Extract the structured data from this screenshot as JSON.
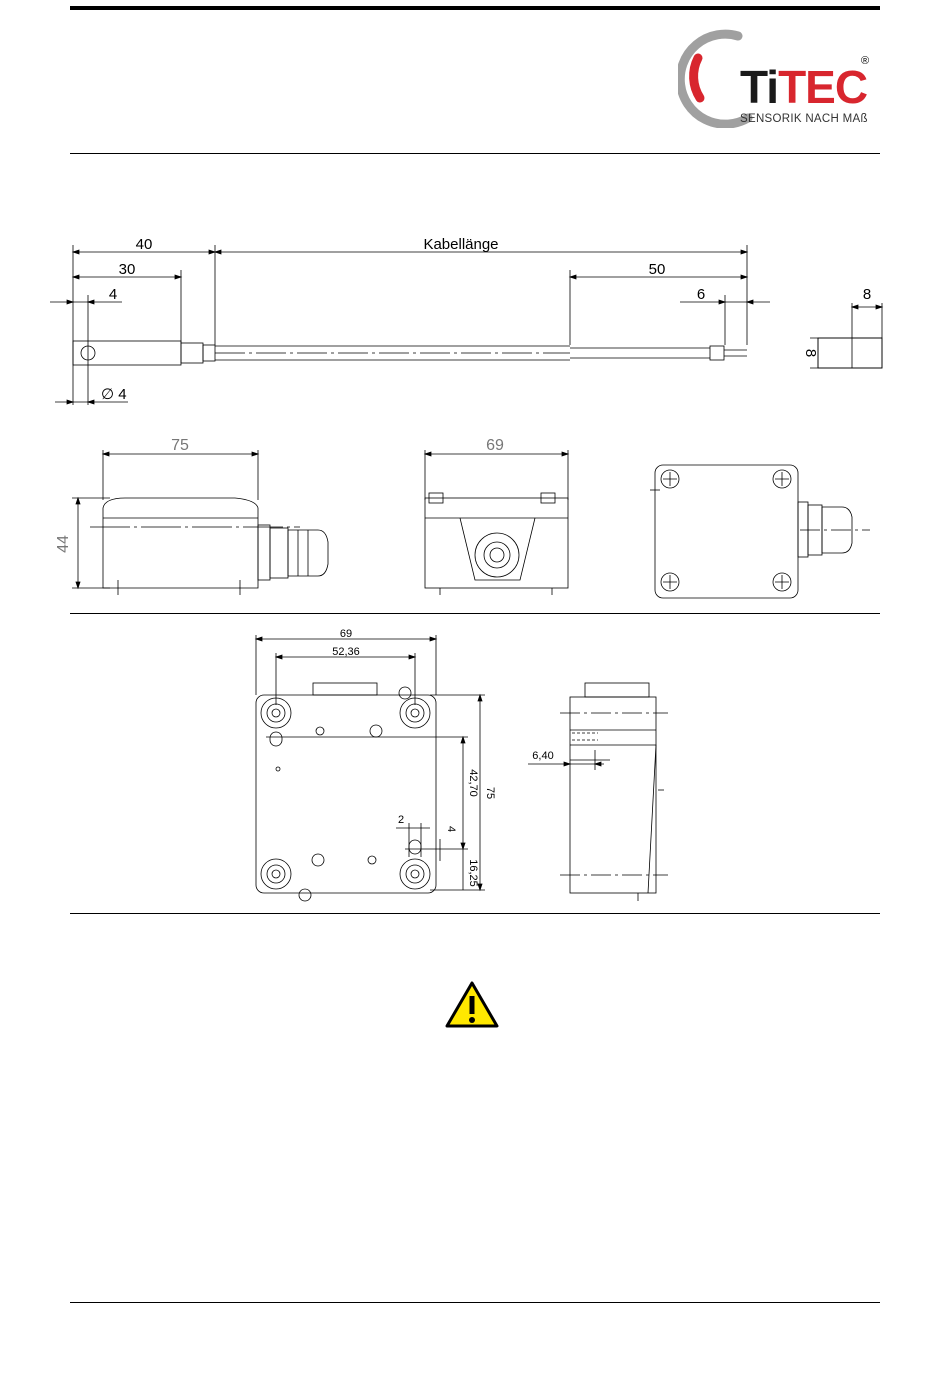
{
  "header": {
    "logo_word_a": "Ti",
    "logo_word_b": "TEC",
    "logo_registered": "®",
    "logo_tagline": "SENSORIK NACH MAß",
    "colors": {
      "brand_red": "#d8262e",
      "brand_gray": "#9a9a9a",
      "text": "#1a1a1a"
    }
  },
  "drawing_1": {
    "dim_40": "40",
    "dim_cable": "Kabellänge",
    "dim_30": "30",
    "dim_50": "50",
    "dim_4": "4",
    "dim_6": "6",
    "dim_dia4": "∅ 4",
    "dim_8_h": "8",
    "dim_8_v": "8"
  },
  "drawing_2": {
    "dim_75": "75",
    "dim_44": "44",
    "dim_69": "69"
  },
  "drawing_3": {
    "dim_69": "69",
    "dim_5236": "52,36",
    "dim_4270": "42,70",
    "dim_75": "75",
    "dim_2": "2",
    "dim_4": "4",
    "dim_1625": "16,25",
    "dim_640": "6,40"
  },
  "warning": {
    "icon": "warning-triangle-icon",
    "color": "#ffe800"
  }
}
